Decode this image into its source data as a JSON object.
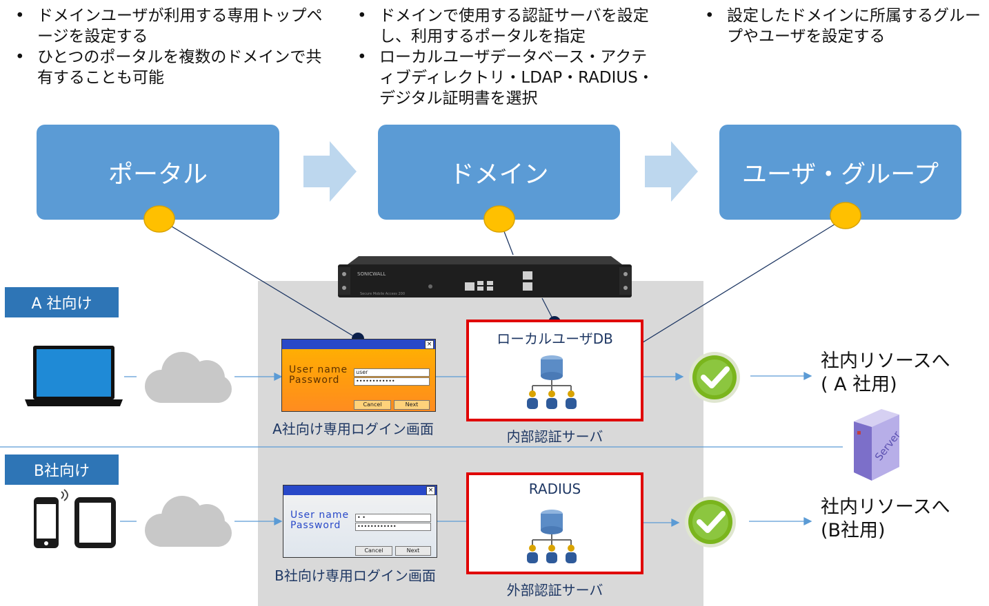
{
  "descriptions": [
    {
      "items": [
        "ドメインユーザが利用する専用トップページを設定する",
        "ひとつのポータルを複数のドメインで共有することも可能"
      ]
    },
    {
      "items": [
        "ドメインで使用する認証サーバを設定し、利用するポータルを指定",
        "ローカルユーザデータベース・アクティブディレクトリ・LDAP・RADIUS・デジタル証明書を選択"
      ]
    },
    {
      "items": [
        "設定したドメインに所属するグループやユーザを設定する"
      ]
    }
  ],
  "stages": [
    "ポータル",
    "ドメイン",
    "ユーザ・グループ"
  ],
  "device": {
    "brand": "SONICWALL",
    "model": "Secure Mobile Access 200"
  },
  "rows": [
    {
      "tag": "A 社向け",
      "login_window": {
        "user_label": "User name",
        "password_label": "Password",
        "user_value": "user",
        "password_value": "••••••••••••",
        "button1": "Cancel",
        "button2": "Next"
      },
      "login_caption": "A社向け専用ログイン画面",
      "auth_title": "ローカルユーザDB",
      "auth_caption": "内部認証サーバ",
      "dest_line1": "社内リソースへ",
      "dest_line2": "( A 社用)"
    },
    {
      "tag": "B社向け",
      "login_window": {
        "user_label": "User name",
        "password_label": "Password",
        "user_value": "• •",
        "password_value": "••••••••••••",
        "button1": "Cancel",
        "button2": "Next"
      },
      "login_caption": "B社向け専用ログイン画面",
      "auth_title": "RADIUS",
      "auth_caption": "外部認証サーバ",
      "dest_line1": "社内リソースへ",
      "dest_line2": "(B社用)"
    }
  ],
  "server_label": "Server",
  "colors": {
    "stage": "#5b9bd5",
    "tag": "#2e75b6",
    "gray_area": "#d9d9d9",
    "auth_border": "#e00000",
    "dot": "#ffc000",
    "arrow": "#5b9bd5",
    "connector": "#1f3864",
    "check": "#7ab51d"
  },
  "icons": [
    "laptop-icon",
    "cloud-icon",
    "smartphone-icon",
    "tablet-icon",
    "database-users-icon",
    "checkmark-icon",
    "server-icon"
  ]
}
